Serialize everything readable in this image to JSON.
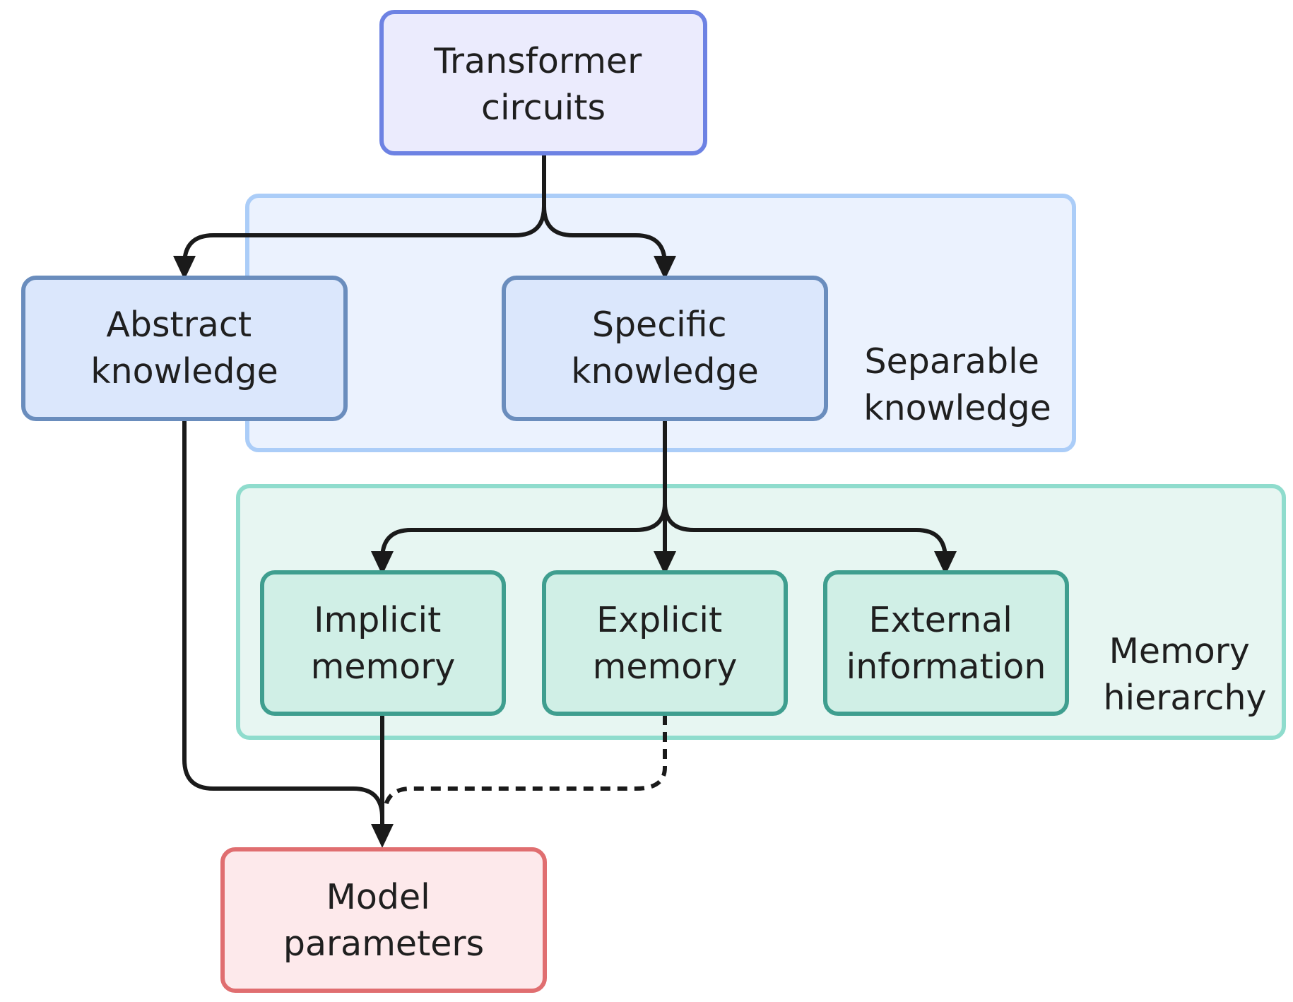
{
  "colors": {
    "top_node_fill": "#ebebfd",
    "top_node_stroke": "#6d82e3",
    "knowledge_node_fill": "#dbe7fc",
    "knowledge_node_stroke": "#6a8dbd",
    "separable_group_fill": "#ebf2fe",
    "separable_group_stroke": "#abcdf8",
    "memory_group_fill": "#e7f6f2",
    "memory_group_stroke": "#8fdccd",
    "memory_node_fill": "#d0efe6",
    "memory_node_stroke": "#3f9e8f",
    "param_node_fill": "#fde9eb",
    "param_node_stroke": "#e06e70",
    "edge": "#1a1a1a"
  },
  "groups": {
    "separable": {
      "line1": "Separable",
      "line2": "knowledge"
    },
    "memory": {
      "line1": "Memory",
      "line2": "hierarchy"
    }
  },
  "nodes": {
    "transformer": {
      "line1": "Transformer",
      "line2": "circuits"
    },
    "abstract": {
      "line1": "Abstract",
      "line2": "knowledge"
    },
    "specific": {
      "line1": "Specific",
      "line2": "knowledge"
    },
    "implicit": {
      "line1": "Implicit",
      "line2": "memory"
    },
    "explicit": {
      "line1": "Explicit",
      "line2": "memory"
    },
    "external": {
      "line1": "External",
      "line2": "information"
    },
    "params": {
      "line1": "Model",
      "line2": "parameters"
    }
  },
  "edges": [
    {
      "from": "Transformer circuits",
      "to": "Abstract knowledge",
      "style": "solid"
    },
    {
      "from": "Transformer circuits",
      "to": "Specific knowledge",
      "style": "solid"
    },
    {
      "from": "Specific knowledge",
      "to": "Implicit memory",
      "style": "solid"
    },
    {
      "from": "Specific knowledge",
      "to": "Explicit memory",
      "style": "solid"
    },
    {
      "from": "Specific knowledge",
      "to": "External information",
      "style": "solid"
    },
    {
      "from": "Abstract knowledge",
      "to": "Model parameters",
      "style": "solid"
    },
    {
      "from": "Implicit memory",
      "to": "Model parameters",
      "style": "solid"
    },
    {
      "from": "Explicit memory",
      "to": "Model parameters",
      "style": "dashed"
    }
  ]
}
